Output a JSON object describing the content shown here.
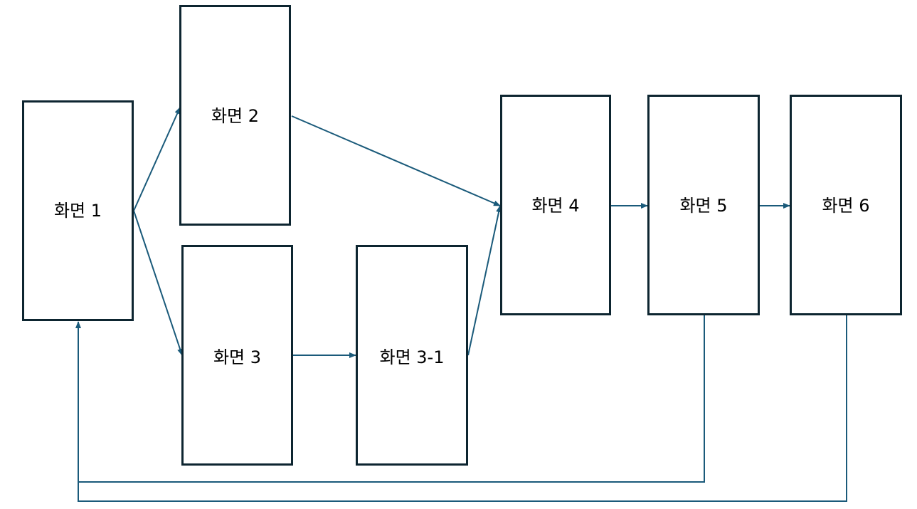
{
  "colors": {
    "box_border": "#0d2530",
    "connector": "#1a5a7a",
    "background": "#ffffff"
  },
  "screens": {
    "s1": "화면 1",
    "s2": "화면 2",
    "s3": "화면 3",
    "s3_1": "화면 3-1",
    "s4": "화면 4",
    "s5": "화면 5",
    "s6": "화면 6"
  },
  "flows": [
    {
      "from": "화면 1",
      "to": "화면 2"
    },
    {
      "from": "화면 1",
      "to": "화면 3"
    },
    {
      "from": "화면 2",
      "to": "화면 4"
    },
    {
      "from": "화면 3",
      "to": "화면 3-1"
    },
    {
      "from": "화면 3-1",
      "to": "화면 4"
    },
    {
      "from": "화면 4",
      "to": "화면 5"
    },
    {
      "from": "화면 5",
      "to": "화면 6"
    },
    {
      "from": "화면 5",
      "to": "화면 1"
    },
    {
      "from": "화면 6",
      "to": "화면 1"
    }
  ]
}
